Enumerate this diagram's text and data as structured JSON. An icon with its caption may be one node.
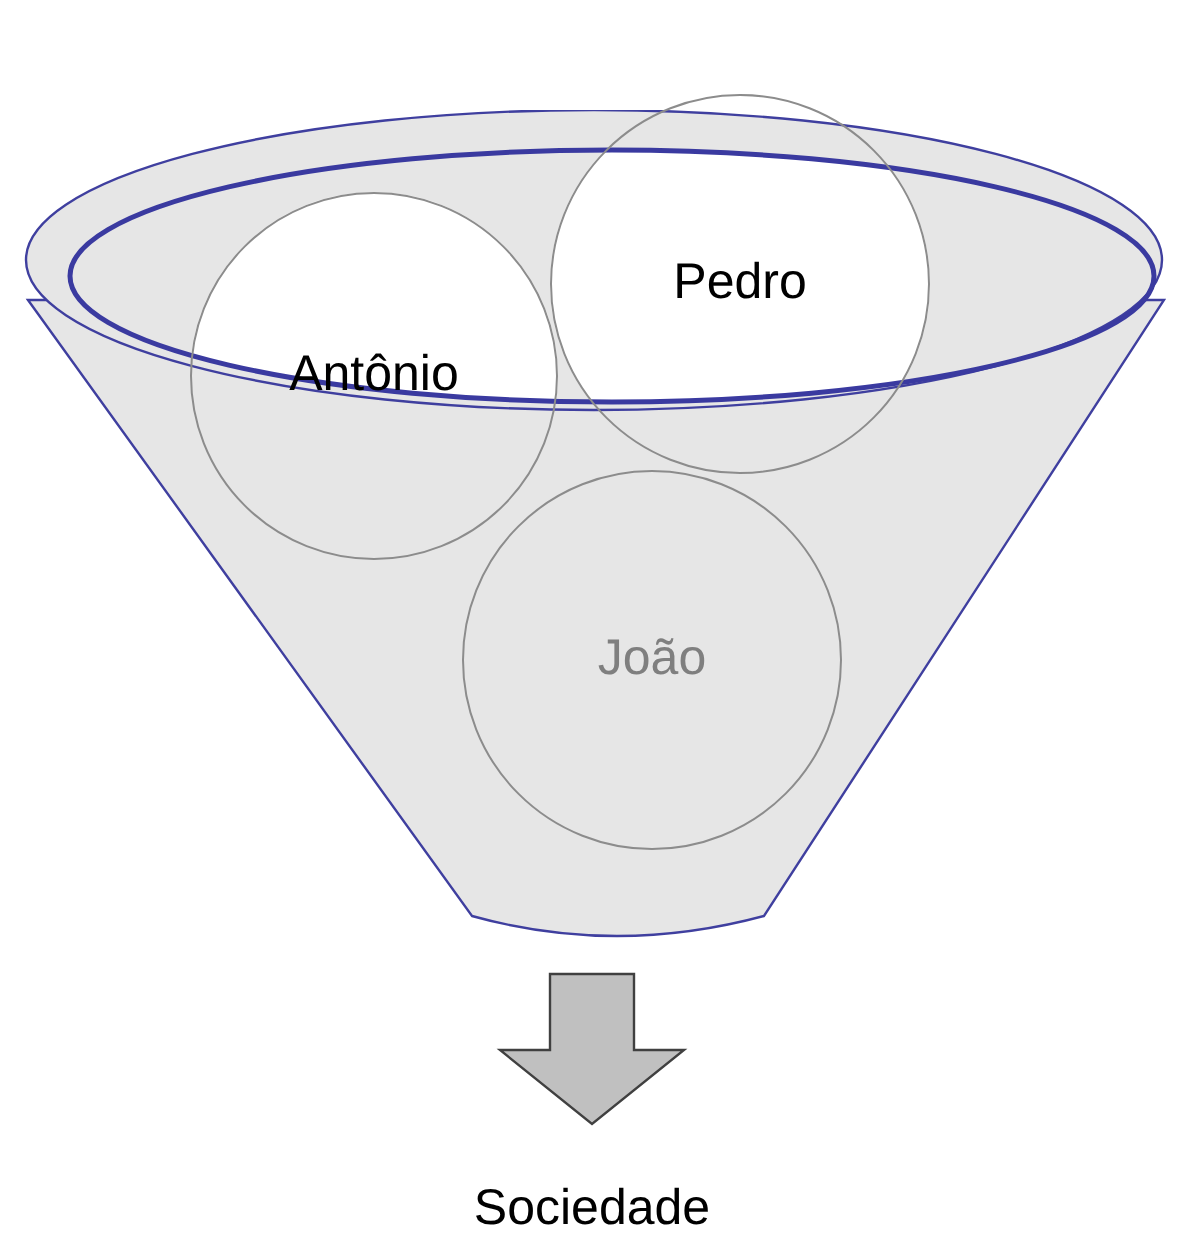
{
  "diagram": {
    "nodes": [
      {
        "text": [],
        "shape": "funnel"
      },
      {
        "text": [
          "Antônio"
        ]
      },
      {
        "text": [
          "Pedro"
        ]
      },
      {
        "text": [
          "João"
        ],
        "in": 0
      },
      {
        "text": [
          "Sociedade"
        ]
      }
    ],
    "edges": [
      {
        "from": 0,
        "to": 4,
        "arrow": "to",
        "style": "thick"
      }
    ]
  }
}
